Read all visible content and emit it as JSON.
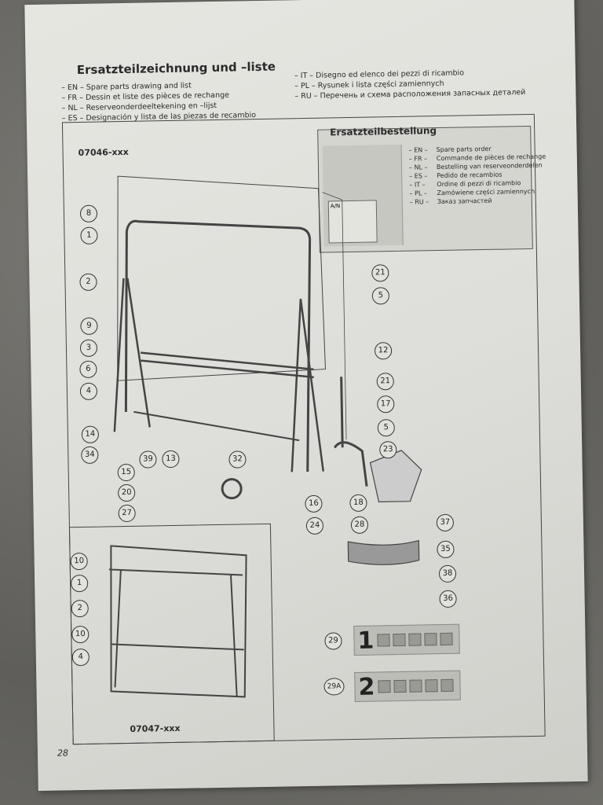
{
  "header": {
    "title": "Ersatzteilzeichnung und –liste",
    "lines_left": [
      "– EN – Spare parts drawing and list",
      "– FR – Dessin et liste des pièces de rechange",
      "– NL – Reserveonderdeeltekening en –lijst",
      "– ES – Designación y lista de las piezas de recambio"
    ],
    "lines_right": [
      "– IT – Disegno ed elenco dei pezzi di ricambio",
      "– PL – Rysunek i lista części zamiennych",
      "– RU – Перечень и схема расположения запасных деталей"
    ]
  },
  "order": {
    "title": "Ersatzteilbestellung",
    "codes": [
      "– EN –",
      "– FR –",
      "– NL –",
      "– ES –",
      "– IT –",
      "– PL –",
      "– RU –"
    ],
    "texts": [
      "Spare parts order",
      "Commande de pièces de rechange",
      "Bestelling van reserveonderdelen",
      "Pedido de recambios",
      "Ordine di pezzi di ricambio",
      "Zamówiene części zamiennych",
      "Заказ запчастей"
    ],
    "label_an": "A/N"
  },
  "models": {
    "main": "07046-xxx",
    "alt": "07047-xxx"
  },
  "callouts": [
    "8",
    "1",
    "2",
    "9",
    "3",
    "6",
    "4",
    "14",
    "34",
    "39",
    "13",
    "15",
    "20",
    "27",
    "32",
    "21",
    "5",
    "12",
    "21",
    "17",
    "5",
    "23",
    "16",
    "18",
    "28",
    "24",
    "37",
    "35",
    "38",
    "36",
    "10",
    "1",
    "2",
    "10",
    "4",
    "29",
    "29A"
  ],
  "strips": {
    "first": "1",
    "second": "2"
  },
  "page_number": "28"
}
